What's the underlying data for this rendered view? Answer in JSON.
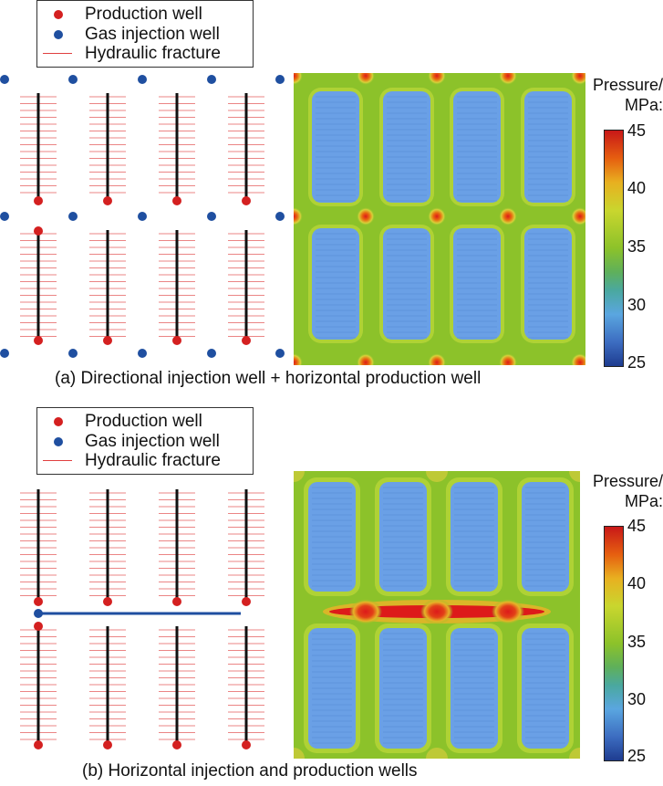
{
  "panel_a": {
    "legend": {
      "production_well": "Production well",
      "gas_injection_well": "Gas injection well",
      "hydraulic_fracture": "Hydraulic fracture"
    },
    "caption": "(a) Directional injection well + horizontal production well",
    "colorbar": {
      "title_line1": "Pressure/",
      "title_line2": "MPa:",
      "ticks": [
        "45",
        "40",
        "35",
        "30",
        "25"
      ]
    }
  },
  "panel_b": {
    "legend": {
      "production_well": "Production well",
      "gas_injection_well": "Gas injection well",
      "hydraulic_fracture": "Hydraulic fracture"
    },
    "caption": "(b) Horizontal injection and production wells",
    "colorbar": {
      "title_line1": "Pressure/",
      "title_line2": "MPa:",
      "ticks": [
        "45",
        "40",
        "35",
        "30",
        "25"
      ]
    }
  },
  "colors": {
    "production_well": "#d42020",
    "gas_injection_well": "#1f4fa0",
    "hydraulic_fracture": "#e04040",
    "wellbore": "#111111",
    "pressure_low": "#6aa0e8",
    "pressure_mid": "#88c02a",
    "pressure_high": "#dd2020"
  },
  "colorbar_range": [
    25,
    45
  ]
}
